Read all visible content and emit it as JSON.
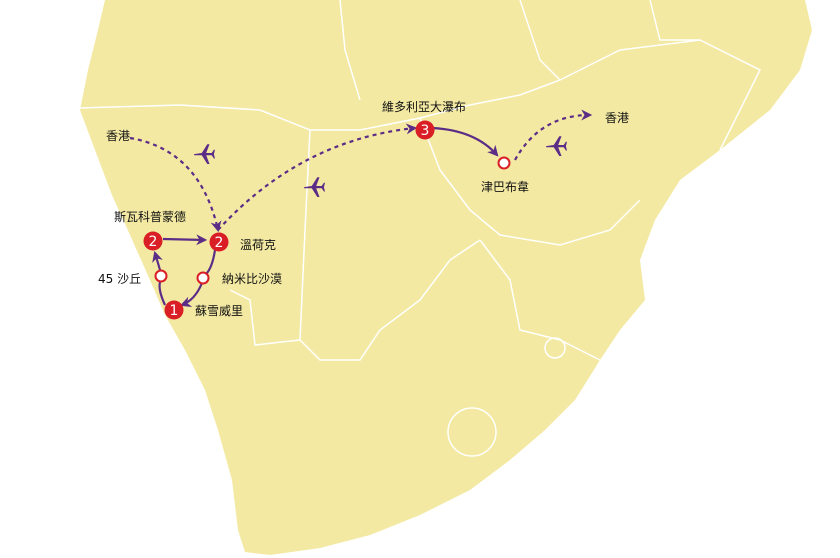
{
  "colors": {
    "land": "#f3e9a2",
    "border": "#ffffff",
    "route": "#5b2d86",
    "stop_red": "#d91e26"
  },
  "labels": {
    "hk_start": "香港",
    "swakopmund": "斯瓦科普蒙德",
    "windhoek": "溫荷克",
    "dunes45": "45 沙丘",
    "namib": "納米比沙漠",
    "sossusvlei": "蘇雪威里",
    "victoria_falls": "維多利亞大瀑布",
    "zimbabwe": "津巴布韋",
    "hk_end": "香港"
  },
  "markers": {
    "swakopmund": "2",
    "windhoek": "2",
    "sossusvlei": "1",
    "victoria_falls": "3"
  },
  "icons": [
    "airplane-icon",
    "airplane-icon",
    "airplane-icon"
  ]
}
